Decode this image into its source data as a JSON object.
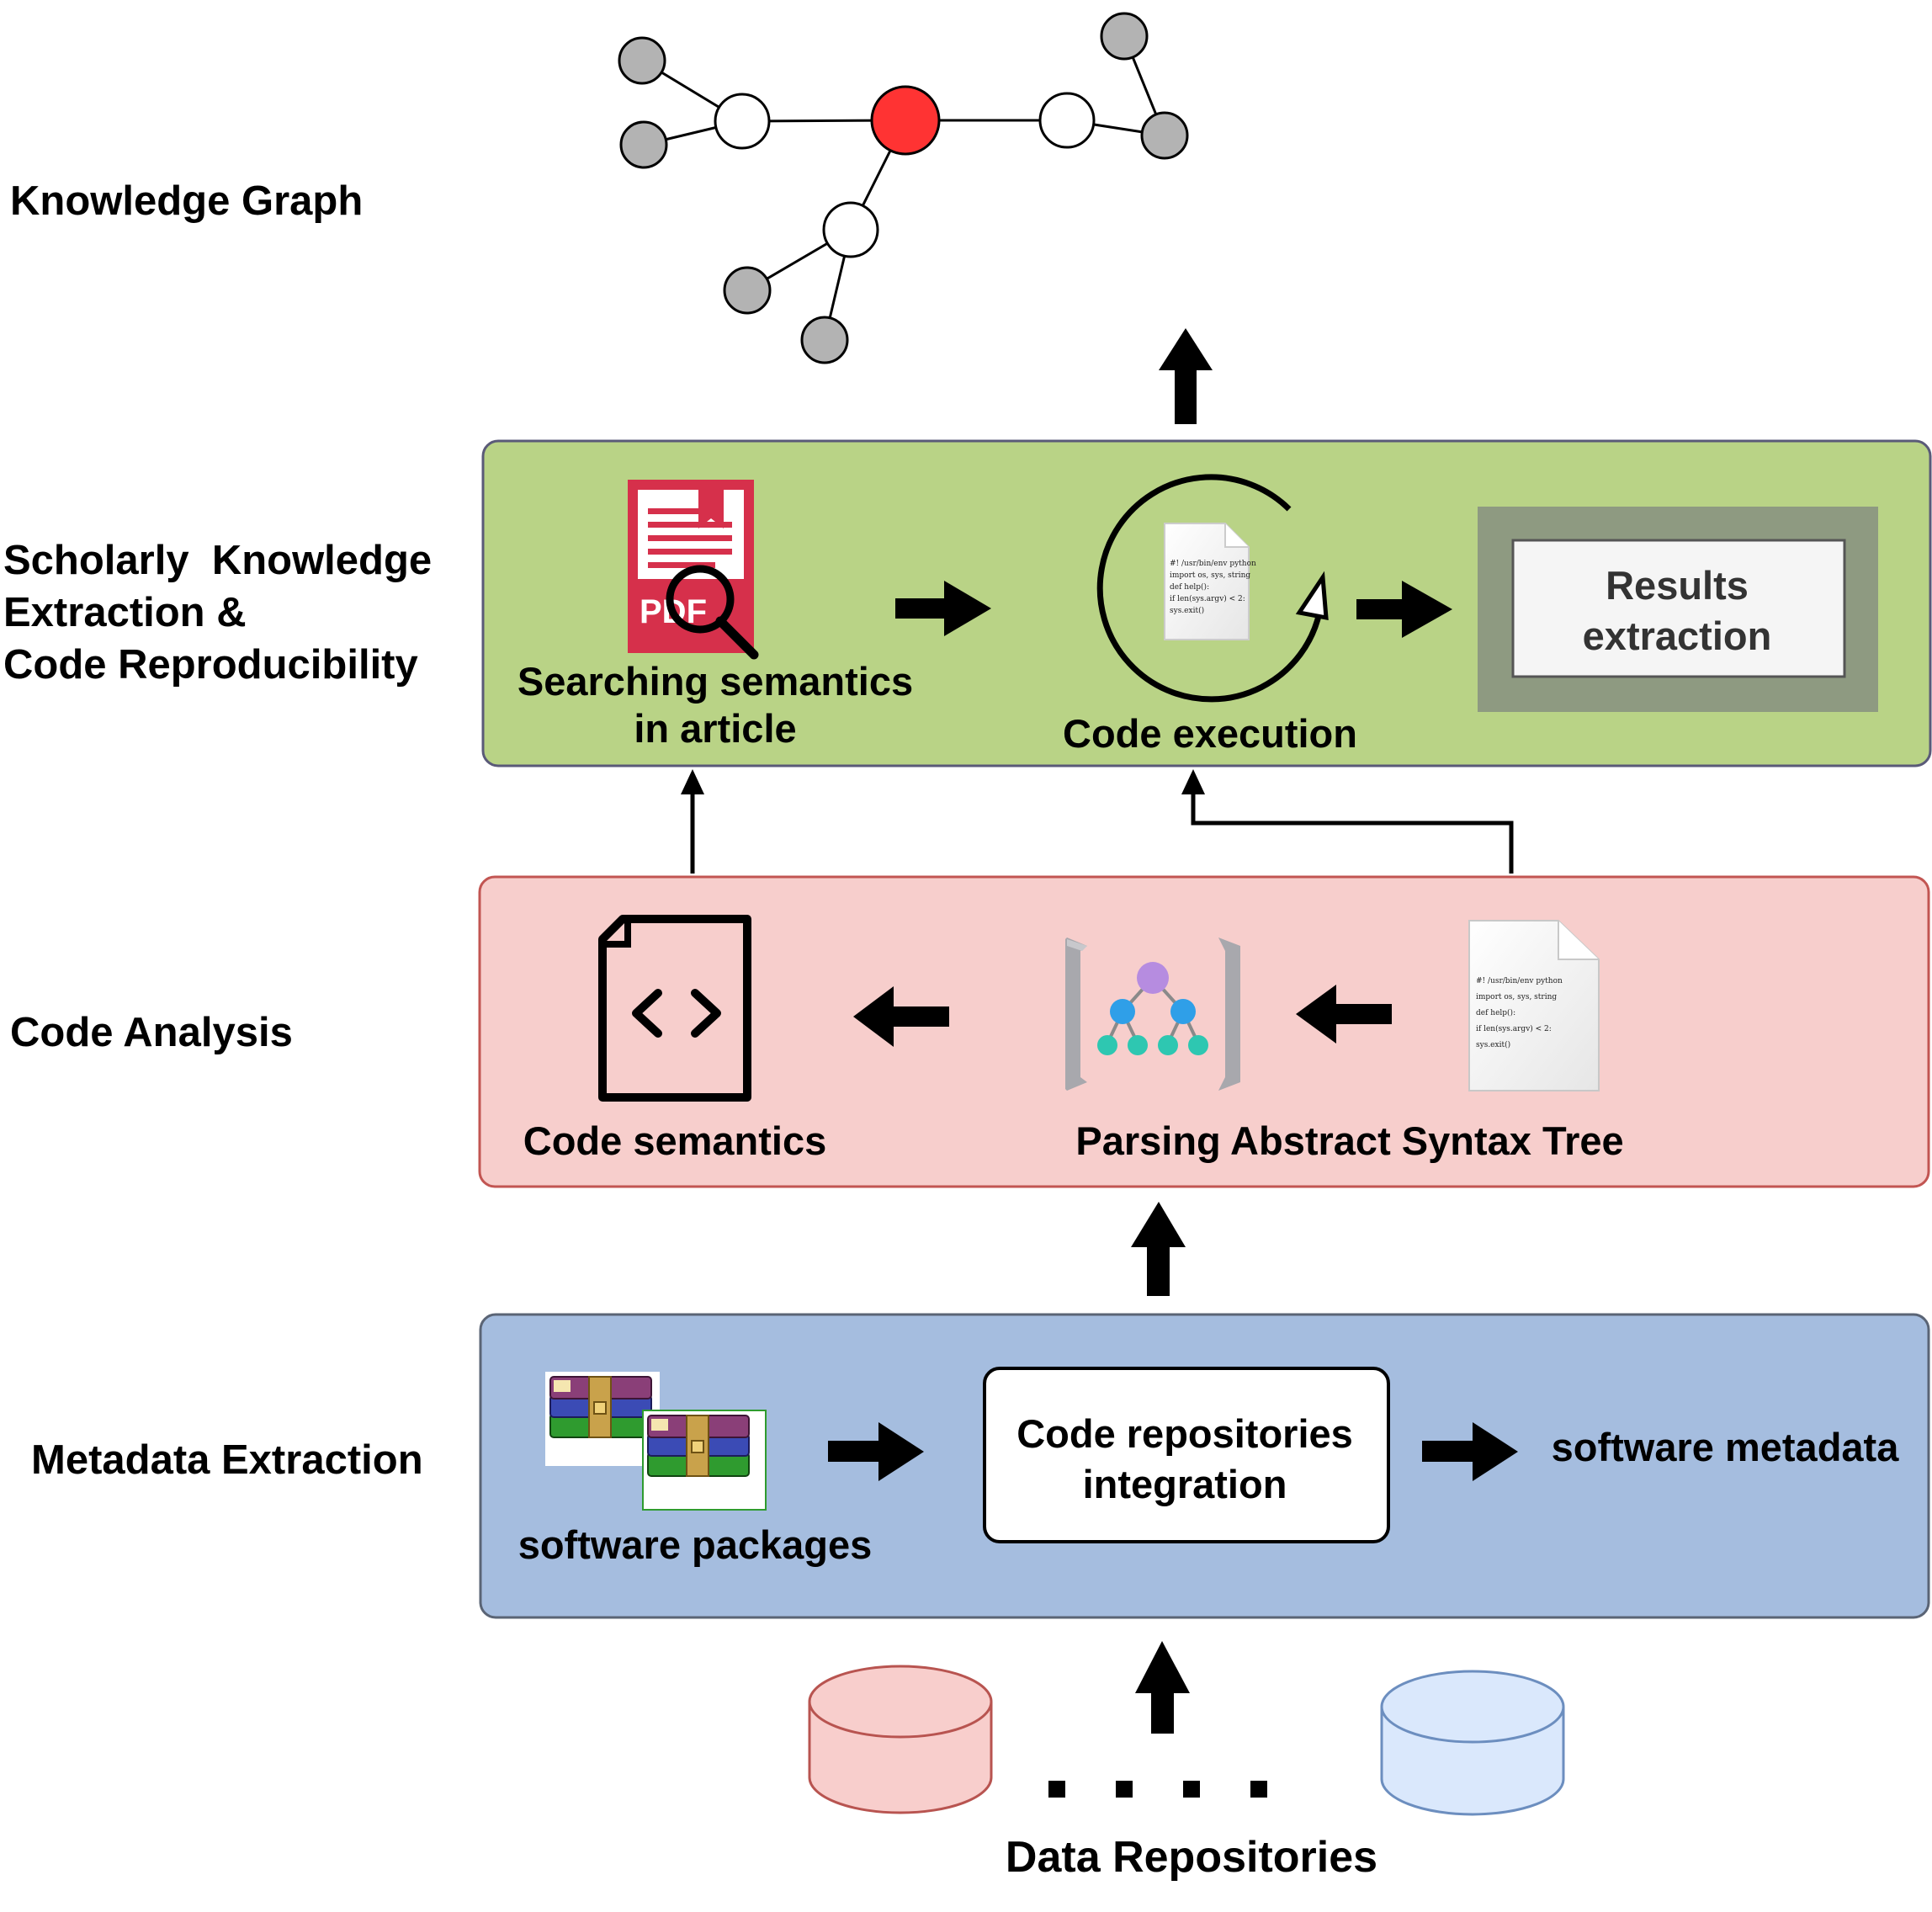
{
  "layers": {
    "knowledge_graph": {
      "label": "Knowledge Graph"
    },
    "extraction": {
      "label_lines": [
        "Scholarly  Knowledge",
        "Extraction &",
        "Code Reproducibility"
      ],
      "searching_lines": [
        "Searching semantics",
        "in article"
      ],
      "pdf_icon_text": "PDF",
      "code_execution": "Code execution",
      "results_lines": [
        "Results",
        "extraction"
      ]
    },
    "code_analysis": {
      "label": "Code Analysis",
      "code_semantics": "Code semantics",
      "parsing": "Parsing Abstract Syntax Tree"
    },
    "metadata": {
      "label": "Metadata Extraction",
      "software_packages": "software packages",
      "integration_lines": [
        "Code repositories",
        "integration"
      ],
      "software_metadata": "software metadata"
    },
    "data_repositories": {
      "label": "Data Repositories"
    }
  },
  "code_snippet": [
    "#! /usr/bin/env python",
    "import os, sys, string",
    "def help():",
    "if len(sys.argv) < 2:",
    "sys.exit()"
  ],
  "colors": {
    "green_fill": "#b9d386",
    "green_border": "#5a5a78",
    "red_fill": "#f7cecc",
    "red_border": "#c25552",
    "blue_fill": "#a5bddf",
    "blue_border": "#5a6475",
    "root_node": "#ff3333",
    "leaf_node": "#b3b3b3",
    "db_red": "#f8cecc",
    "db_red_stroke": "#b85450",
    "db_blue": "#dae8fc",
    "db_blue_stroke": "#6c8ebf"
  },
  "icons": [
    "pdf-search-icon",
    "code-execution-cycle-icon",
    "code-file-icon",
    "syntax-tree-icon",
    "script-file-icon",
    "archive-packages-icon",
    "database-icon"
  ]
}
